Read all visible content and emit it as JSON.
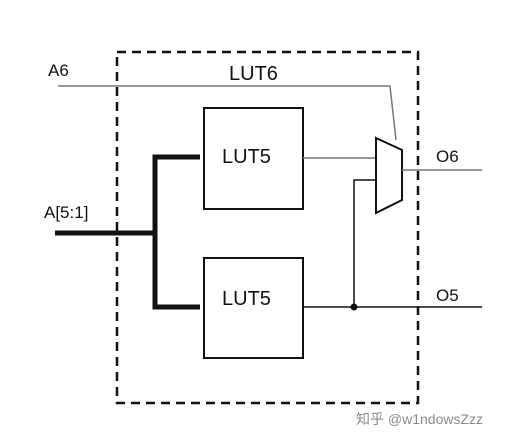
{
  "diagram": {
    "outer_block_label": "LUT6",
    "blocks": [
      {
        "id": "lut5-top",
        "label": "LUT5"
      },
      {
        "id": "lut5-bottom",
        "label": "LUT5"
      }
    ],
    "inputs": [
      {
        "id": "a6",
        "label": "A6"
      },
      {
        "id": "a5-1",
        "label": "A[5:1]"
      }
    ],
    "outputs": [
      {
        "id": "o6",
        "label": "O6"
      },
      {
        "id": "o5",
        "label": "O5"
      }
    ]
  },
  "watermark": "知乎 @w1ndowsZzz",
  "colors": {
    "line": "#111111",
    "thin_line": "#777777",
    "watermark": "#8a8a8a"
  }
}
